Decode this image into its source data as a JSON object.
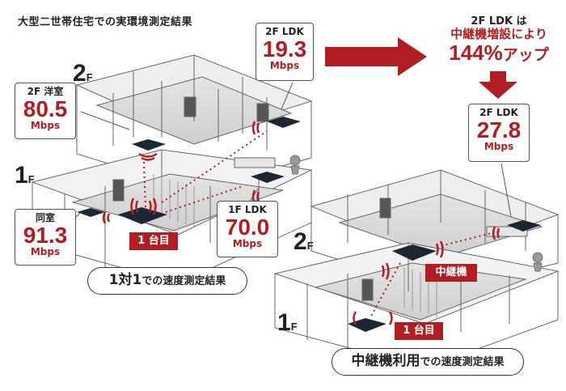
{
  "title": "大型二世帯住宅での実環境測定結果",
  "floors": {
    "f2": {
      "num": "2",
      "suffix": "F"
    },
    "f1": {
      "num": "1",
      "suffix": "F"
    }
  },
  "left": {
    "ldk2f": {
      "label": "2F LDK",
      "value": "19.3",
      "unit": "Mbps"
    },
    "youshitsu2f": {
      "label": "2F 洋室",
      "value": "80.5",
      "unit": "Mbps"
    },
    "dou_shitsu": {
      "label": "同室",
      "value": "91.3",
      "unit": "Mbps"
    },
    "ldk1f": {
      "label": "1F LDK",
      "value": "70.0",
      "unit": "Mbps"
    },
    "unit_tag": "1 台目",
    "caption": {
      "highlight": "1対1",
      "rest": "での速度測定結果"
    }
  },
  "right": {
    "headline": {
      "line1": "2F LDK は",
      "line2": "中継機増設により",
      "pct": "144%",
      "rest": "アップ"
    },
    "ldk2f": {
      "label": "2F LDK",
      "value": "27.8",
      "unit": "Mbps"
    },
    "relay_tag": "中継機",
    "unit_tag": "1 台目",
    "caption": {
      "highlight": "中継機利用",
      "rest": "での速度測定結果"
    }
  },
  "colors": {
    "accent": "#b01e23",
    "floor_fill": "#d9d9d9",
    "wall": "#555555",
    "device": "#1d2733"
  }
}
